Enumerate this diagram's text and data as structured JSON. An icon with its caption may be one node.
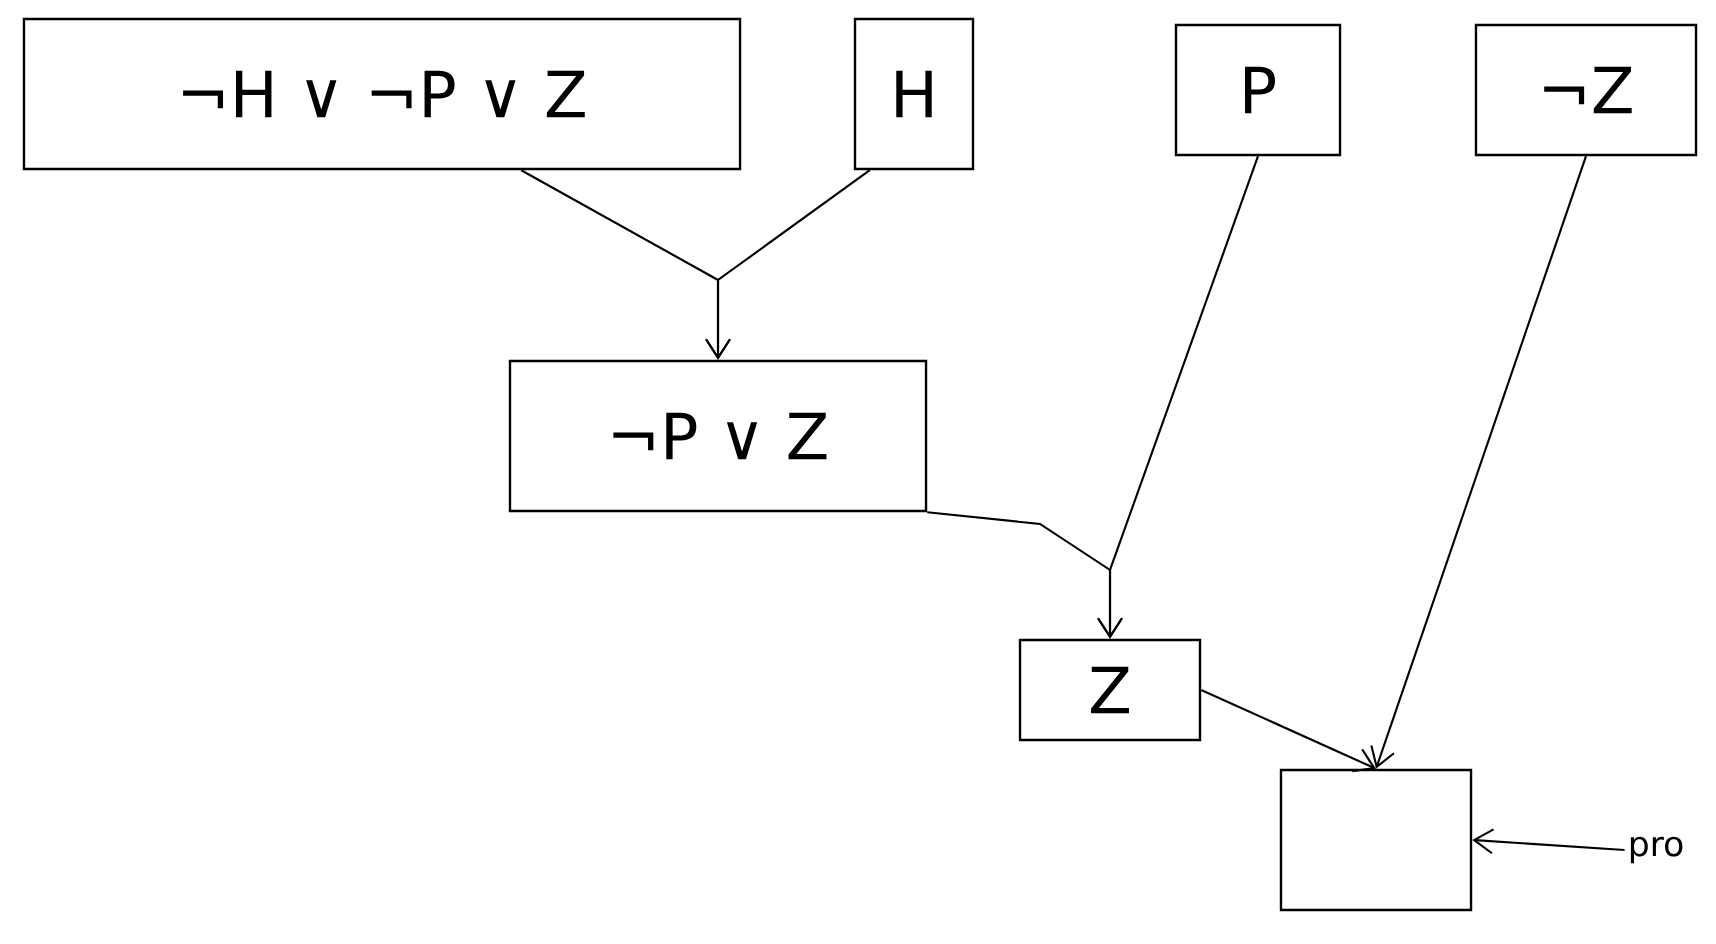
{
  "diagram": {
    "nodes": [
      {
        "text": [
          "¬H ∨ ¬P ∨ Z"
        ]
      },
      {
        "text": [
          "H"
        ]
      },
      {
        "text": [
          "P"
        ]
      },
      {
        "text": [
          "¬Z"
        ]
      },
      {
        "text": [
          "¬P ∨ Z"
        ]
      },
      {
        "text": [
          "Z"
        ]
      },
      {
        "text": [],
        "shape": "box"
      },
      {
        "text": [
          "pro"
        ]
      }
    ],
    "edges": [
      {
        "from": 0,
        "to": 4,
        "arrow": "to"
      },
      {
        "from": 1,
        "to": 4,
        "arrow": "to"
      },
      {
        "from": 4,
        "to": 5,
        "arrow": "to"
      },
      {
        "from": 2,
        "to": 5,
        "arrow": "to"
      },
      {
        "from": 5,
        "to": 6,
        "arrow": "to"
      },
      {
        "from": 3,
        "to": 6,
        "arrow": "to"
      },
      {
        "from": 7,
        "to": 6,
        "arrow": "to"
      }
    ]
  }
}
